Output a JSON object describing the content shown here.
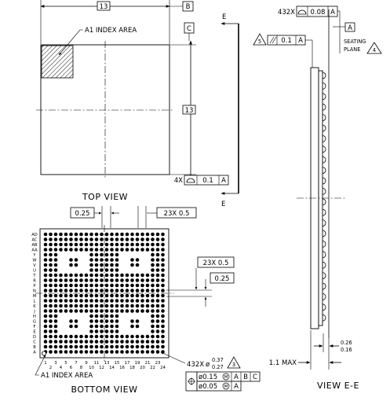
{
  "top_view": {
    "title": "TOP VIEW",
    "dim_width": "13",
    "dim_height": "13",
    "index_label": "A1 INDEX AREA",
    "datum_b": "B",
    "datum_c": "C",
    "flatness": {
      "count": "4X",
      "value": "0.1",
      "datum": "A"
    }
  },
  "section_marker": {
    "top": "E",
    "bottom": "E"
  },
  "side_view": {
    "title": "VIEW E-E",
    "profile": {
      "count": "432X",
      "value": "0.08",
      "datum": "A"
    },
    "datum_a": "A",
    "seating_plane_line1": "SEATING",
    "seating_plane_line2": "PLANE",
    "note_seating": "4",
    "parallelism": {
      "note": "5",
      "value": "0.1",
      "datum": "A"
    },
    "max_height": "1.1 MAX",
    "ball_height_max": "0.26",
    "ball_height_min": "0.16"
  },
  "bottom_view": {
    "title": "BOTTOM VIEW",
    "index_label": "A1 INDEX AREA",
    "pitch_x": "0.25",
    "count_x": "23X 0.5",
    "pitch_y": "0.25",
    "count_y": "23X 0.5",
    "ball_count": "432X",
    "ball_diameter_symbol": "ø",
    "ball_diameter_max": "0.37",
    "ball_diameter_min": "0.27",
    "ball_note": "3",
    "position_tol_1": {
      "value": "ø0.15",
      "modifier": "M",
      "datum1": "A",
      "datum2": "B",
      "datum3": "C"
    },
    "position_tol_2": {
      "value": "ø0.05",
      "modifier": "M",
      "datum1": "A"
    },
    "row_labels": [
      "AD",
      "AC",
      "AB",
      "AA",
      "Y",
      "W",
      "V",
      "U",
      "T",
      "R",
      "P",
      "N",
      "M",
      "L",
      "K",
      "J",
      "H",
      "G",
      "F",
      "E",
      "D",
      "C",
      "B",
      "A"
    ],
    "col_labels_odd": [
      "1",
      "3",
      "5",
      "7",
      "9",
      "11",
      "13",
      "15",
      "17",
      "19",
      "21",
      "23"
    ],
    "col_labels_even": [
      "2",
      "4",
      "6",
      "8",
      "10",
      "12",
      "14",
      "16",
      "18",
      "20",
      "22",
      "24"
    ]
  }
}
